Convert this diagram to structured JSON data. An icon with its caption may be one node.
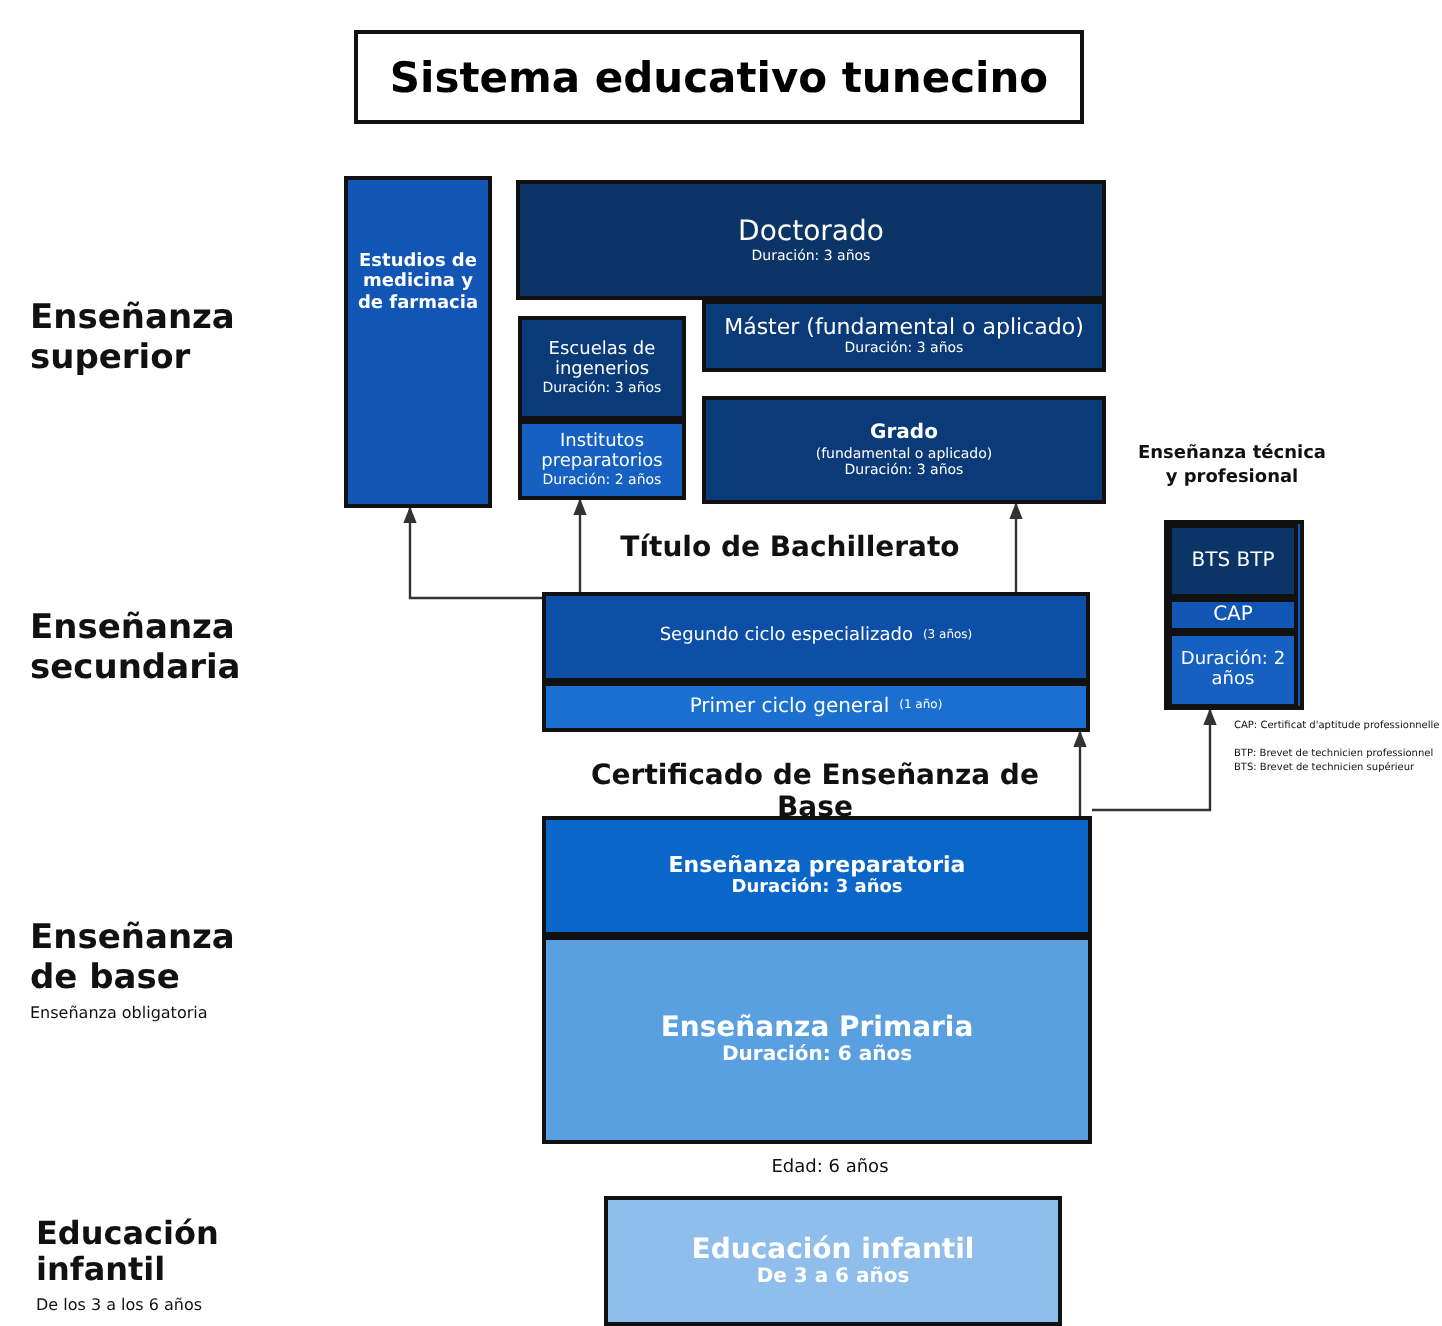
{
  "diagram": {
    "title": "Sistema educativo tunecino",
    "nodes": [
      {
        "text": [
          "Estudios de medicina y de farmacia"
        ]
      },
      {
        "text": [
          "Doctorado",
          "Duración: 3 años"
        ]
      },
      {
        "text": [
          "Máster (fundamental o aplicado)",
          "Duración: 3 años"
        ]
      },
      {
        "text": [
          "Escuelas de ingenerios",
          "Duración: 3 años"
        ]
      },
      {
        "text": [
          "Institutos preparatorios",
          "Duración: 2 años"
        ]
      },
      {
        "text": [
          "Grado",
          "(fundamental o aplicado)",
          "Duración: 3 años"
        ]
      },
      {
        "text": [
          "Enseñanza técnica y profesional"
        ]
      },
      {
        "text": [
          "BTS BTP"
        ],
        "in": 6
      },
      {
        "text": [
          "CAP"
        ],
        "in": 6
      },
      {
        "text": [
          "Duración: 2 años"
        ],
        "in": 6
      },
      {
        "text": [
          "Segundo ciclo especializado",
          "(3 años)"
        ]
      },
      {
        "text": [
          "Primer ciclo general",
          "(1 año)"
        ]
      },
      {
        "text": [
          "Enseñanza preparatoria",
          "Duración: 3 años"
        ]
      },
      {
        "text": [
          "Enseñanza Primaria",
          "Duración: 6 años"
        ]
      },
      {
        "text": [
          "Educación infantil",
          "De 3 a 6 años"
        ]
      }
    ],
    "edges": [
      {
        "from": 10,
        "to": 0,
        "arrow": "to"
      },
      {
        "from": 10,
        "to": 4,
        "arrow": "to"
      },
      {
        "from": 10,
        "to": 5,
        "arrow": "to"
      },
      {
        "from": 12,
        "to": 11,
        "arrow": "to"
      },
      {
        "from": 12,
        "to": 6,
        "arrow": "to"
      }
    ],
    "labels": [
      "Enseñanza superior",
      "Título de Bachillerato",
      "Enseñanza secundaria",
      "CAP: Certificat d'aptitude professionnelle",
      "BTP: Brevet de technicien professionnel",
      "BTS: Brevet de technicien supérieur",
      "Certificado de Enseñanza de Base",
      "Enseñanza de base",
      "Enseñanza obligatoria",
      "Edad: 6 años",
      "Educación infantil",
      "De los 3 a los 6 años"
    ]
  }
}
